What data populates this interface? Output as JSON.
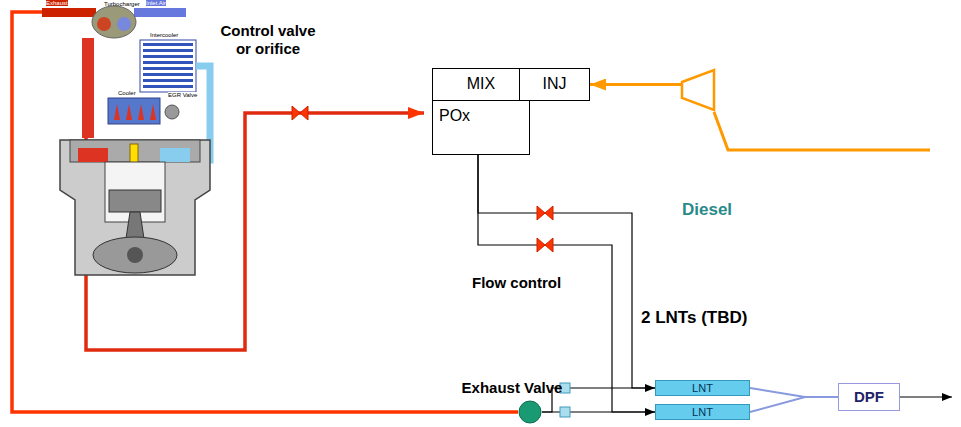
{
  "diagram": {
    "nodes": [
      {
        "text": [
          "MIX"
        ]
      },
      {
        "text": [
          "INJ"
        ]
      },
      {
        "text": [
          "POx"
        ]
      },
      {
        "text": [
          "Exhaust Valve"
        ]
      },
      {
        "text": [
          "LNT"
        ]
      },
      {
        "text": [
          "LNT"
        ]
      },
      {
        "text": [
          "DPF"
        ]
      },
      {
        "text": [
          "Diesel"
        ]
      }
    ],
    "edges": [
      {
        "from": 7,
        "to": 1,
        "arrow": "to"
      },
      {
        "from": 2,
        "to": 4,
        "arrow": "to"
      },
      {
        "from": 2,
        "to": 5,
        "arrow": "to"
      },
      {
        "from": 3,
        "to": 4,
        "arrow": "none"
      },
      {
        "from": 3,
        "to": 5,
        "arrow": "none"
      },
      {
        "from": 4,
        "to": 6,
        "arrow": "none"
      },
      {
        "from": 5,
        "to": 6,
        "arrow": "none"
      }
    ],
    "labels": [
      "Turbocharger",
      "Exhaust",
      "Inlet Air",
      "Intercooler",
      "Cooler",
      "EGR Valve",
      "Control valve or orifice",
      "Flow control",
      "2 LNTs (TBD)"
    ]
  }
}
